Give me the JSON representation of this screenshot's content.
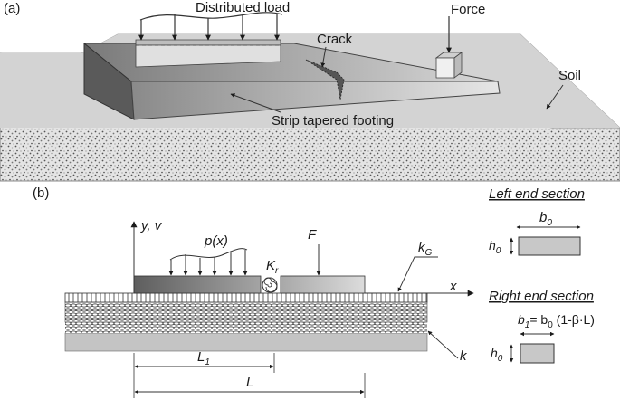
{
  "panel_a": {
    "label": "(a)",
    "distributed_load": "Distributed load",
    "force": "Force",
    "crack": "Crack",
    "soil": "Soil",
    "footing": "Strip tapered footing"
  },
  "panel_b": {
    "label": "(b)",
    "axis_y": "y, v",
    "axis_x": "x",
    "load": "p(x)",
    "force": "F",
    "spring_main": "K",
    "spring_sub": "r",
    "shear_main": "k",
    "shear_sub": "G",
    "winkler": "k",
    "dim_L1_main": "L",
    "dim_L1_sub": "1",
    "dim_L": "L"
  },
  "sections": {
    "left_title": "Left end section",
    "left_b": "b",
    "left_b_sub": "0",
    "left_h": "h",
    "left_h_sub": "0",
    "right_title": "Right end section",
    "right_b_main": "b",
    "right_b_sub": "1",
    "right_b_eq": "= b",
    "right_b_eq_sub": "0",
    "right_b_tail": " (1-β·L)",
    "right_h": "h",
    "right_h_sub": "0"
  }
}
